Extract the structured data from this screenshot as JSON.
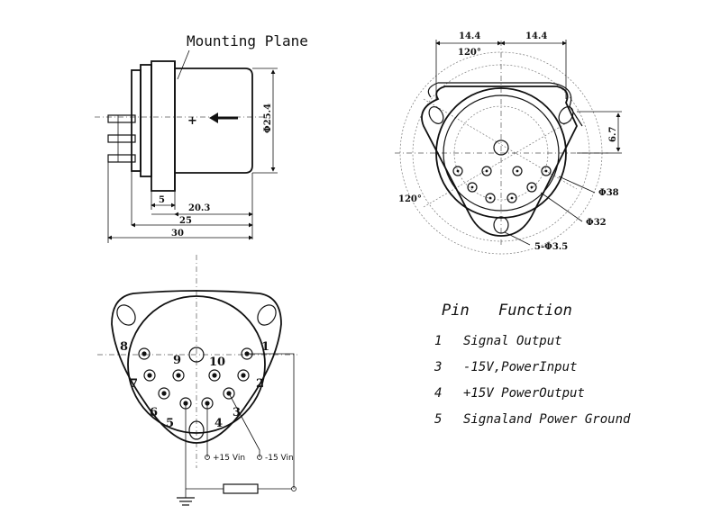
{
  "side_view": {
    "mounting_plane_label": "Mounting Plane",
    "diameter_label": "Φ25.4",
    "dim_5": "5",
    "dim_20_3": "20.3",
    "dim_25": "25",
    "dim_30": "30",
    "plus_sign": "+"
  },
  "top_view": {
    "dim_left": "14.4",
    "dim_right": "14.4",
    "angle_top": "120°",
    "angle_left": "120°",
    "dim_6_7": "6.7",
    "d38": "Φ38",
    "d32": "Φ32",
    "holes": "5-Φ3.5"
  },
  "bottom_view": {
    "pin_numbers": [
      "1",
      "2",
      "3",
      "4",
      "5",
      "6",
      "7",
      "8",
      "9",
      "10"
    ],
    "plus_15": "+15 Vin",
    "minus_15": "-15 Vin"
  },
  "pin_table": {
    "header_pin": "Pin",
    "header_function": "Function",
    "rows": [
      {
        "pin": "1",
        "function": "Signal Output"
      },
      {
        "pin": "3",
        "function": "-15V,PowerInput"
      },
      {
        "pin": "4",
        "function": "+15V PowerOutput"
      },
      {
        "pin": "5",
        "function": "Signaland Power Ground"
      }
    ]
  }
}
